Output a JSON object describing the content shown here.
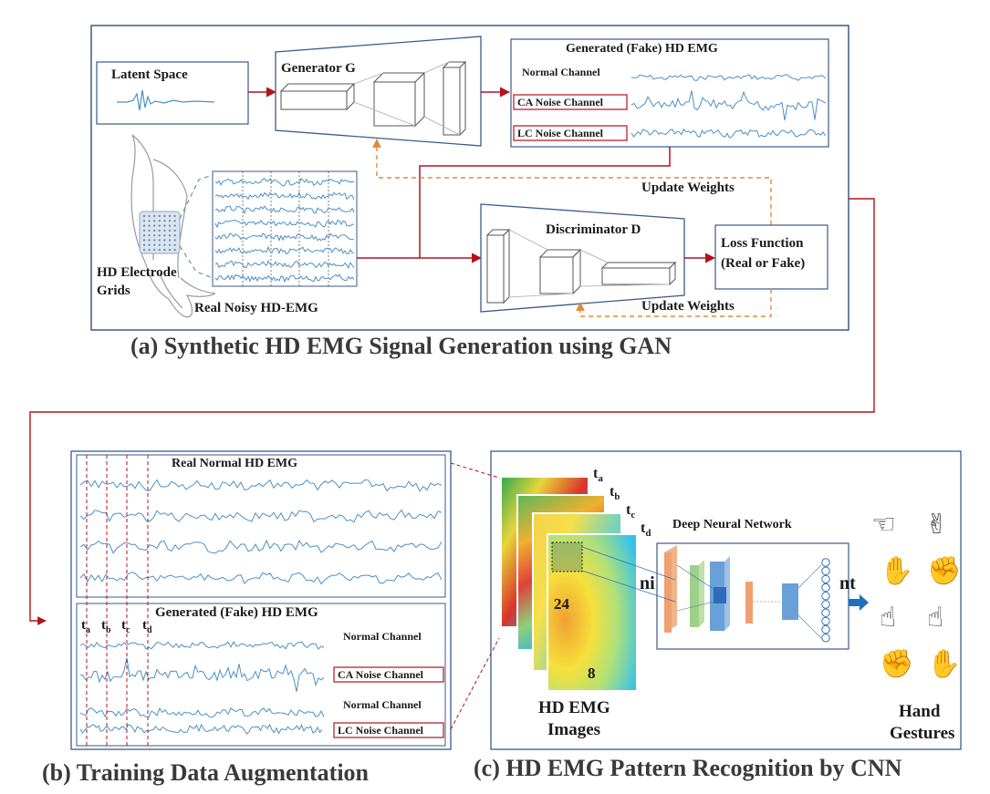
{
  "section_a": {
    "caption": "(a) Synthetic HD EMG Signal Generation using GAN",
    "latent_space": "Latent Space",
    "generator": "Generator G",
    "generated_title": "Generated (Fake) HD EMG",
    "normal_channel": "Normal Channel",
    "ca_noise": "CA Noise Channel",
    "lc_noise": "LC Noise Channel",
    "update_weights_top": "Update Weights",
    "update_weights_bottom": "Update Weights",
    "discriminator": "Discriminator  D",
    "loss_line1": "Loss Function",
    "loss_line2": "(Real or Fake)",
    "electrode_line1": "HD Electrode",
    "electrode_line2": "Grids",
    "real_noisy": "Real Noisy  HD-EMG"
  },
  "section_b": {
    "caption": "(b) Training Data Augmentation",
    "real_normal": "Real Normal  HD EMG",
    "generated_title": "Generated (Fake) HD EMG",
    "normal_channel_1": "Normal Channel",
    "ca_noise": "CA Noise Channel",
    "normal_channel_2": "Normal Channel",
    "lc_noise": "LC Noise Channel",
    "time_marks": [
      "t",
      "t",
      "t",
      "t"
    ],
    "time_subs": [
      "a",
      "b",
      "c",
      "d"
    ]
  },
  "section_c": {
    "caption": "(c) HD EMG Pattern Recognition by CNN",
    "time_marks": [
      "t",
      "t",
      "t",
      "t"
    ],
    "time_subs": [
      "a",
      "b",
      "c",
      "d"
    ],
    "dnn": "Deep Neural Network",
    "dim_rows": "24",
    "dim_cols": "8",
    "images_line1": "HD EMG",
    "images_line2": "Images",
    "gestures_line1": "Hand",
    "gestures_line2": "Gestures",
    "left_frag": "ni",
    "right_frag": "nt"
  },
  "colors": {
    "frame": "#3b5a8a",
    "arrow_red": "#b5121b",
    "dashed_orange": "#e08a3c",
    "signal_blue": "#4a90c8",
    "dashed_green": "#6b9c8a"
  }
}
